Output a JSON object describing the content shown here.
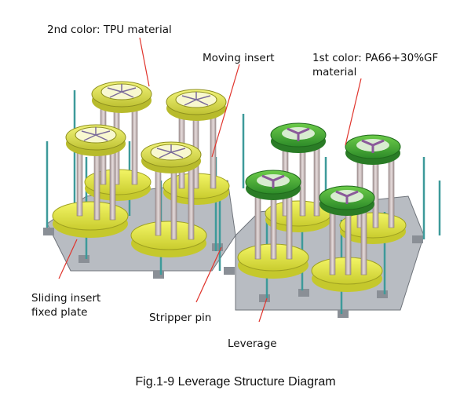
{
  "labels": {
    "second_color": "2nd color: TPU material",
    "moving_insert": "Moving insert",
    "first_color_line1": "1st color: PA66+30%GF",
    "first_color_line2": "material",
    "sliding_line1": "Sliding insert",
    "sliding_line2": "fixed plate",
    "stripper_pin": "Stripper pin",
    "leverage": "Leverage"
  },
  "caption": "Fig.1-9  Leverage Structure Diagram",
  "colors": {
    "yellow_plate": "#e8ec4a",
    "yellow_ring": "#dfe34a",
    "green_ring": "#3aa636",
    "pin": "#c9b9b9",
    "rod": "#3d9a9a",
    "base": "#8a8f96",
    "leader": "#e0342c",
    "spoke_purple": "#8a5a9a"
  }
}
